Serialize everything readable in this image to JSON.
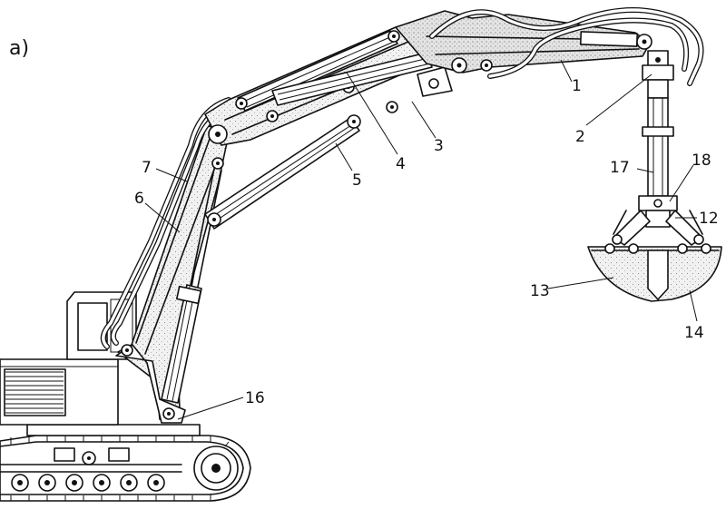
{
  "figure": {
    "panel_label": "a)",
    "callouts": [
      {
        "id": "c1",
        "text": "1"
      },
      {
        "id": "c2",
        "text": "2"
      },
      {
        "id": "c3",
        "text": "3"
      },
      {
        "id": "c4",
        "text": "4"
      },
      {
        "id": "c5",
        "text": "5"
      },
      {
        "id": "c6",
        "text": "6"
      },
      {
        "id": "c7",
        "text": "7"
      },
      {
        "id": "c12",
        "text": "12"
      },
      {
        "id": "c13",
        "text": "13"
      },
      {
        "id": "c14",
        "text": "14"
      },
      {
        "id": "c16",
        "text": "16"
      },
      {
        "id": "c17",
        "text": "17"
      },
      {
        "id": "c18",
        "text": "18"
      }
    ]
  }
}
